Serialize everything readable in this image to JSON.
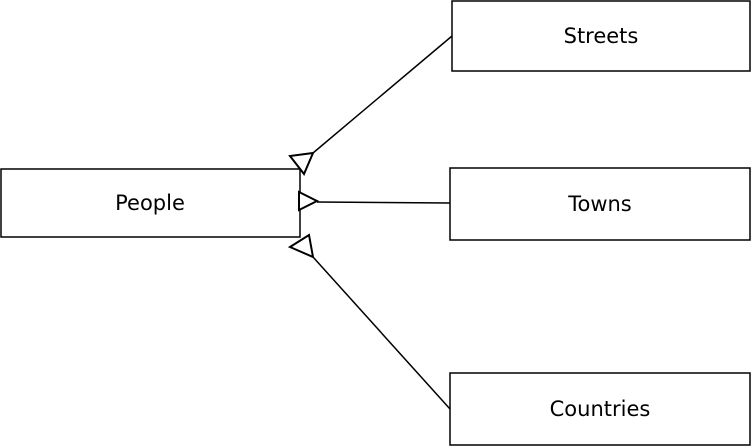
{
  "diagram": {
    "type": "class-diagram",
    "colors": {
      "background": "#ffffff",
      "node_fill": "#ffffff",
      "stroke": "#000000",
      "text": "#000000"
    },
    "nodes": [
      {
        "id": "people",
        "label": "People"
      },
      {
        "id": "streets",
        "label": "Streets"
      },
      {
        "id": "towns",
        "label": "Towns"
      },
      {
        "id": "countries",
        "label": "Countries"
      }
    ],
    "edges": [
      {
        "from": "streets",
        "to": "people",
        "arrowhead": "open-triangle",
        "arrowhead_at": "people"
      },
      {
        "from": "towns",
        "to": "people",
        "arrowhead": "open-triangle",
        "arrowhead_at": "people"
      },
      {
        "from": "countries",
        "to": "people",
        "arrowhead": "open-triangle",
        "arrowhead_at": "people"
      }
    ]
  }
}
